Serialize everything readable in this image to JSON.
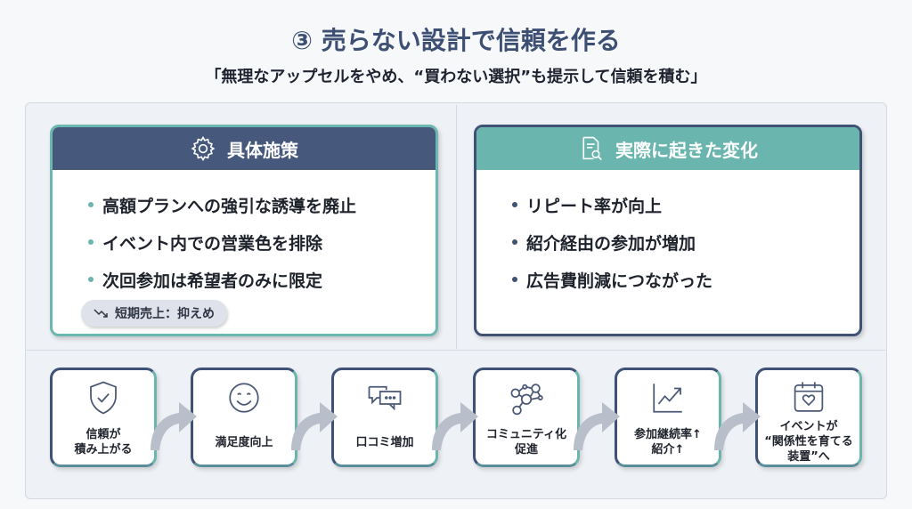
{
  "title": "③ 売らない設計で信頼を作る",
  "subtitle": "「無理なアップセルをやめ、“買わない選択”も提示して信頼を積む」",
  "measures": {
    "heading": "具体施策",
    "icon": "gear-icon",
    "items": [
      "高額プランへの強引な誘導を廃止",
      "イベント内での営業色を排除",
      "次回参加は希望者のみに限定"
    ],
    "badge": {
      "icon": "trend-down-icon",
      "label": "短期売上：抑えめ"
    }
  },
  "changes": {
    "heading": "実際に起きた変化",
    "icon": "document-search-icon",
    "items": [
      "リピート率が向上",
      "紹介経由の参加が増加",
      "広告費削減につながった"
    ]
  },
  "flow": [
    {
      "icon": "shield-check-icon",
      "label": "信頼が\n積み上がる"
    },
    {
      "icon": "smile-icon",
      "label": "満足度向上"
    },
    {
      "icon": "chat-bubbles-icon",
      "label": "口コミ増加"
    },
    {
      "icon": "network-people-icon",
      "label": "コミュニティ化\n促進"
    },
    {
      "icon": "growth-chart-icon",
      "label": "参加継続率↑\n紹介↑"
    },
    {
      "icon": "calendar-heart-icon",
      "label": "イベントが\n“関係性を育てる\n装置”へ"
    }
  ],
  "colors": {
    "navy": "#46587c",
    "teal": "#6ab6ae",
    "title": "#3d4f73"
  }
}
